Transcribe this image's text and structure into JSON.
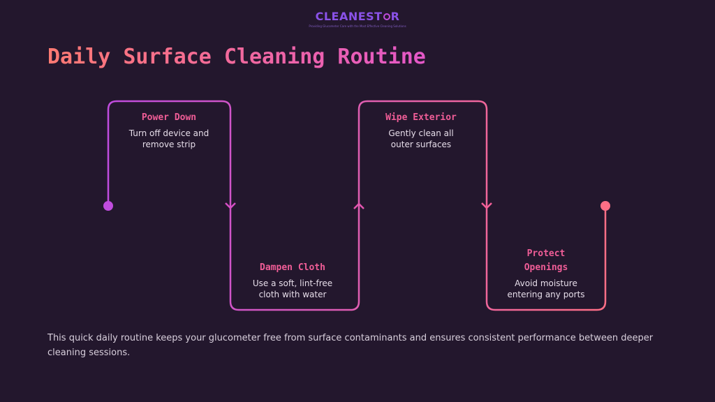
{
  "brand": {
    "name_part1": "CLEANEST",
    "name_part2": "R",
    "tagline": "Providing Glucometer Care with the Most Effective Cleaning Solutions"
  },
  "title": "Daily Surface Cleaning Routine",
  "steps": [
    {
      "title": "Power Down",
      "desc_lines": [
        "Turn off device and",
        "remove strip"
      ]
    },
    {
      "title": "Dampen Cloth",
      "desc_lines": [
        "Use a soft, lint-free",
        "cloth with water"
      ]
    },
    {
      "title": "Wipe Exterior",
      "desc_lines": [
        "Gently clean all",
        "outer surfaces"
      ]
    },
    {
      "title_lines": [
        "Protect",
        "Openings"
      ],
      "desc_lines": [
        "Avoid moisture",
        "entering any ports"
      ]
    }
  ],
  "footer": "This quick daily routine keeps your glucometer free from surface contaminants and ensures consistent performance between deeper cleaning sessions.",
  "colors": {
    "background": "#23172d",
    "gradient_start": "#c04cde",
    "gradient_end": "#ff6f86",
    "accent": "#f05d97"
  }
}
